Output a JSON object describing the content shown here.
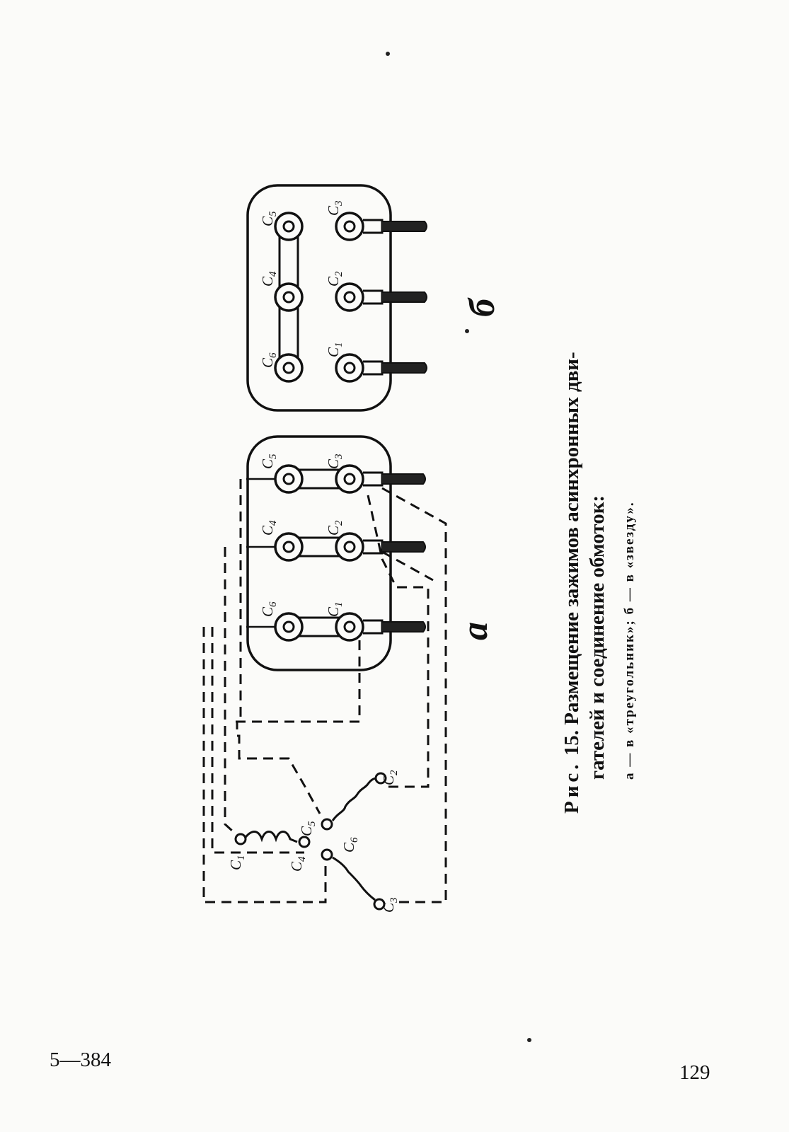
{
  "figure": {
    "panel_a": {
      "label": "а",
      "terminals": [
        {
          "name": "C",
          "sub": "6"
        },
        {
          "name": "C",
          "sub": "4"
        },
        {
          "name": "C",
          "sub": "5"
        },
        {
          "name": "C",
          "sub": "1"
        },
        {
          "name": "C",
          "sub": "2"
        },
        {
          "name": "C",
          "sub": "3"
        }
      ],
      "windings": [
        {
          "name": "C",
          "sub": "1"
        },
        {
          "name": "C",
          "sub": "4"
        },
        {
          "name": "C",
          "sub": "5"
        },
        {
          "name": "C",
          "sub": "6"
        },
        {
          "name": "C",
          "sub": "2"
        },
        {
          "name": "C",
          "sub": "3"
        }
      ]
    },
    "panel_b": {
      "label": "б",
      "terminals": [
        {
          "name": "C",
          "sub": "6"
        },
        {
          "name": "C",
          "sub": "4"
        },
        {
          "name": "C",
          "sub": "5"
        },
        {
          "name": "C",
          "sub": "1"
        },
        {
          "name": "C",
          "sub": "2"
        },
        {
          "name": "C",
          "sub": "3"
        }
      ]
    }
  },
  "caption": {
    "prefix": "Рис.",
    "number": "15.",
    "line1_rest": "Размещение зажимов асинхронных дви-",
    "line2": "гателей и соединение обмоток:",
    "subcaption": "а — в «треугольник»; б — в «звезду»."
  },
  "footer": {
    "signature": "5—384",
    "page_number": "129"
  }
}
